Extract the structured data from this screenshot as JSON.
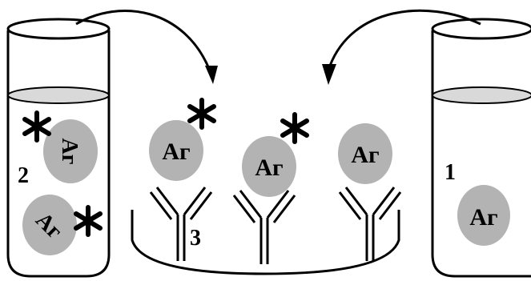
{
  "diagram": {
    "antigen_label": "Аг",
    "labels": {
      "tube_left": "2",
      "tube_right": "1",
      "well": "3"
    },
    "colors": {
      "antigen_fill": "#b3b3b3",
      "liquid_fill": "#d9d9d9",
      "stroke": "#000000"
    }
  }
}
